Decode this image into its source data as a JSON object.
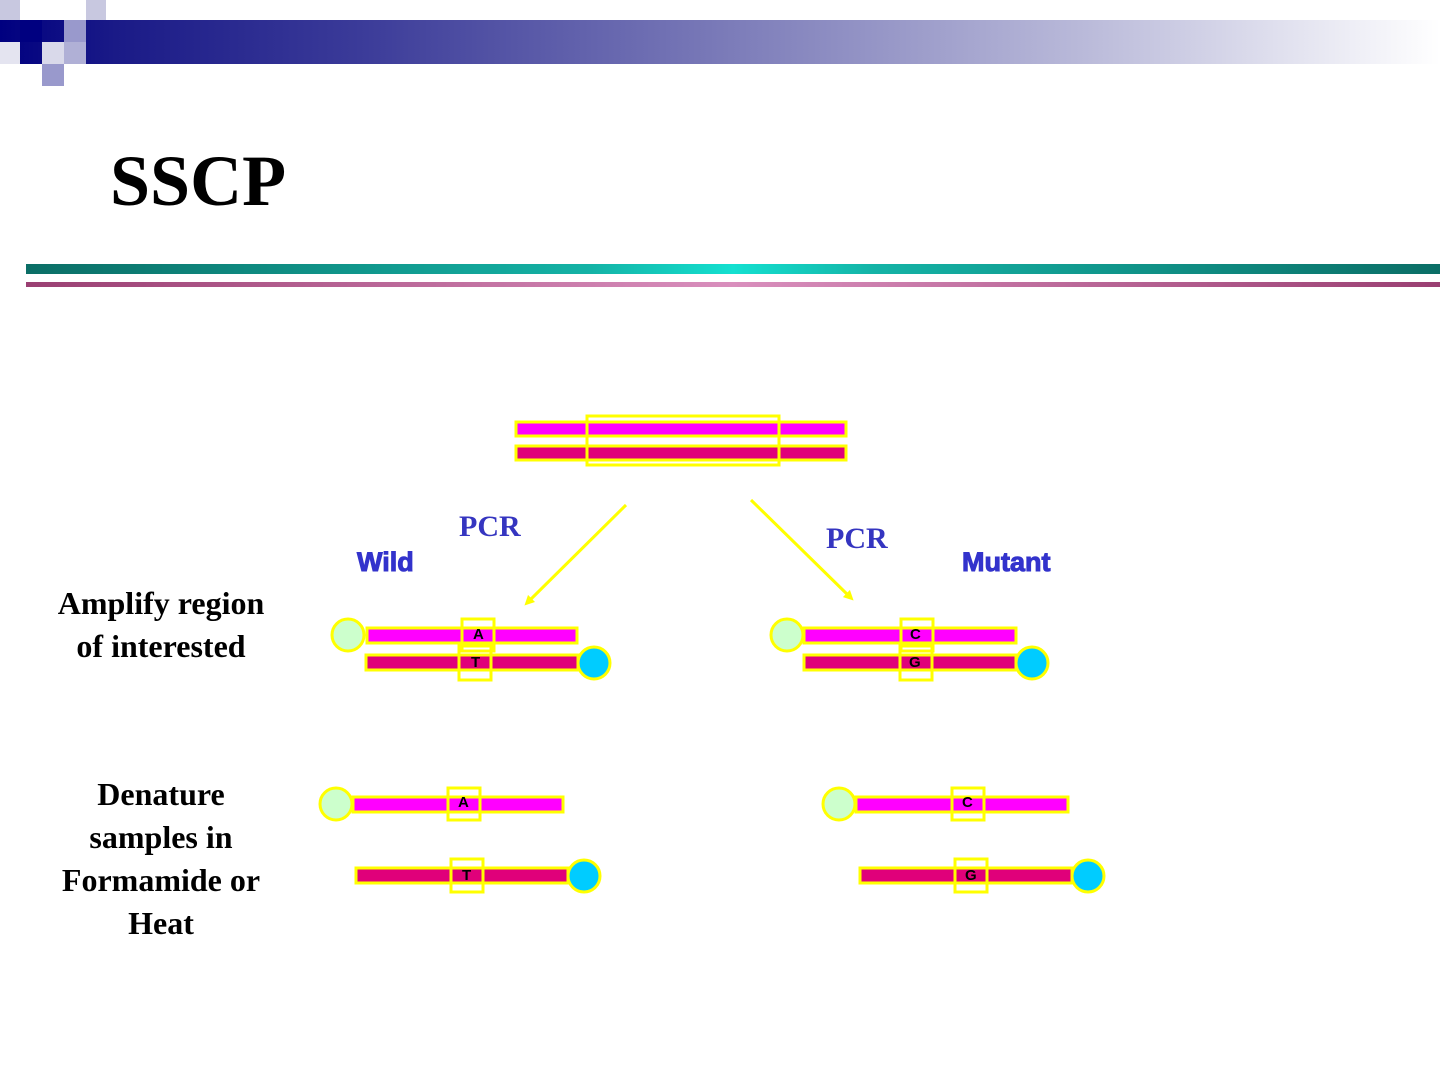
{
  "title": "SSCP",
  "pcr_left": "PCR",
  "pcr_right": "PCR",
  "wild_label": "Wild",
  "mutant_label": "Mutant",
  "step1": [
    "Amplify region",
    "of interested"
  ],
  "step2": [
    "Denature",
    "samples in",
    "Formamide or",
    "Heat"
  ],
  "bases": {
    "wild_top": "A",
    "wild_bottom": "T",
    "mutant_top": "C",
    "mutant_bottom": "G",
    "wild_single_top": "A",
    "wild_single_bottom": "T",
    "mutant_single_top": "C",
    "mutant_single_bottom": "G"
  },
  "colors": {
    "strand_top": "#ff00ff",
    "strand_bottom": "#e0007a",
    "outline": "#ffff00",
    "end_light": "#ccffcc",
    "end_blue": "#00ccff",
    "text_blue": "#3333cc"
  }
}
